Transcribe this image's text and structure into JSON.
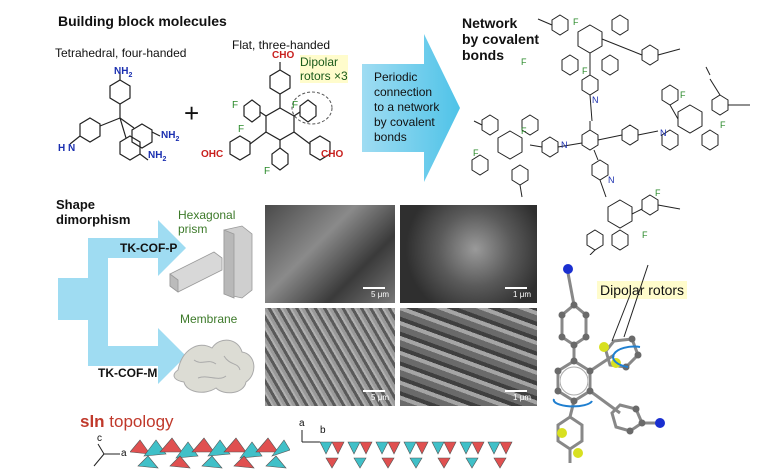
{
  "building": {
    "title": "Building block molecules",
    "tetra_label": "Tetrahedral, four-handed",
    "flat_label": "Flat, three-handed",
    "dipolar_line1": "Dipolar",
    "dipolar_line2": "rotors ×3",
    "plus": "+"
  },
  "atoms": {
    "nh2": "NH",
    "h2n": "H N",
    "cho": "CHO",
    "ohc": "OHC",
    "f": "F",
    "n": "N"
  },
  "arrow_text": [
    "Periodic",
    "connection",
    "to a network",
    "by covalent",
    "bonds"
  ],
  "network": {
    "line1": "Network",
    "line2": "by covalent",
    "line3": "bonds"
  },
  "shape": {
    "title_line1": "Shape",
    "title_line2": "dimorphism",
    "cof_p": "TK-COF-P",
    "cof_m": "TK-COF-M",
    "hex_line1": "Hexagonal",
    "hex_line2": "prism",
    "membrane": "Membrane"
  },
  "sem": {
    "s5": "5 μm",
    "s1": "1 μm"
  },
  "rotors_label": "Dipolar rotors",
  "topology": {
    "prefix": "sln",
    "suffix": " topology"
  },
  "axes": {
    "a": "a",
    "b": "b",
    "c": "c"
  },
  "colors": {
    "blue_arrow": "#4fc3e8",
    "amine": "#1a2fb0",
    "aldehyde": "#c8201e",
    "fluorine": "#2a8a2a",
    "topology": "#c0392b"
  }
}
